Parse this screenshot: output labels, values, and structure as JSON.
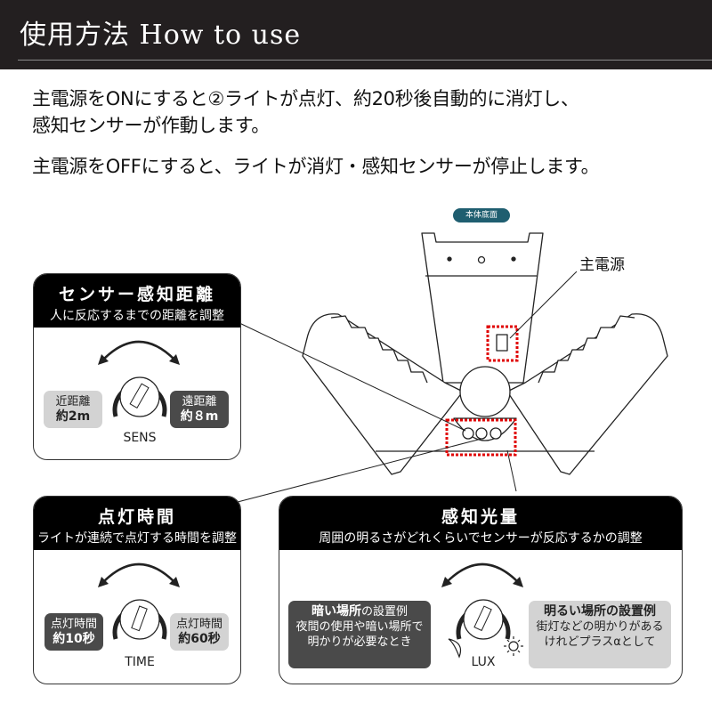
{
  "header": {
    "title": "使用方法 How to use"
  },
  "intro": {
    "line1": "主電源をONにすると②ライトが点灯、約20秒後自動的に消灯し、",
    "line2": "感知センサーが作動します。",
    "line3": "主電源をOFFにすると、ライトが消灯・感知センサーが停止します。"
  },
  "diagram": {
    "badge": "本体底面",
    "power_callout": "主電源",
    "highlight_color": "#e00000"
  },
  "sens": {
    "title": "センサー感知距離",
    "subtitle": "人に反応するまでの距離を調整",
    "left_line1": "近距離",
    "left_line2": "約2m",
    "right_line1": "遠距離",
    "right_line2": "約８m",
    "dial_label": "SENS"
  },
  "time": {
    "title": "点灯時間",
    "subtitle": "ライトが連続で点灯する時間を調整",
    "left_line1": "点灯時間",
    "left_line2": "約10秒",
    "right_line1": "点灯時間",
    "right_line2": "約60秒",
    "dial_label": "TIME"
  },
  "lux": {
    "title": "感知光量",
    "subtitle": "周囲の明るさがどれくらいでセンサーが反応するかの調整",
    "left_heading_bold": "暗い場所",
    "left_heading_rest": "の設置例",
    "left_line1": "夜間の使用や暗い場所で",
    "left_line2": "明かりが必要なとき",
    "right_heading": "明るい場所の設置例",
    "right_line1": "街灯などの明かりがある",
    "right_line2": "けれどプラスαとして",
    "dial_label": "LUX"
  },
  "colors": {
    "header_bg": "#231f20",
    "badge_bg": "#1f5e70",
    "pill_dark": "#4a4a4a",
    "pill_light": "#d3d3d3"
  }
}
